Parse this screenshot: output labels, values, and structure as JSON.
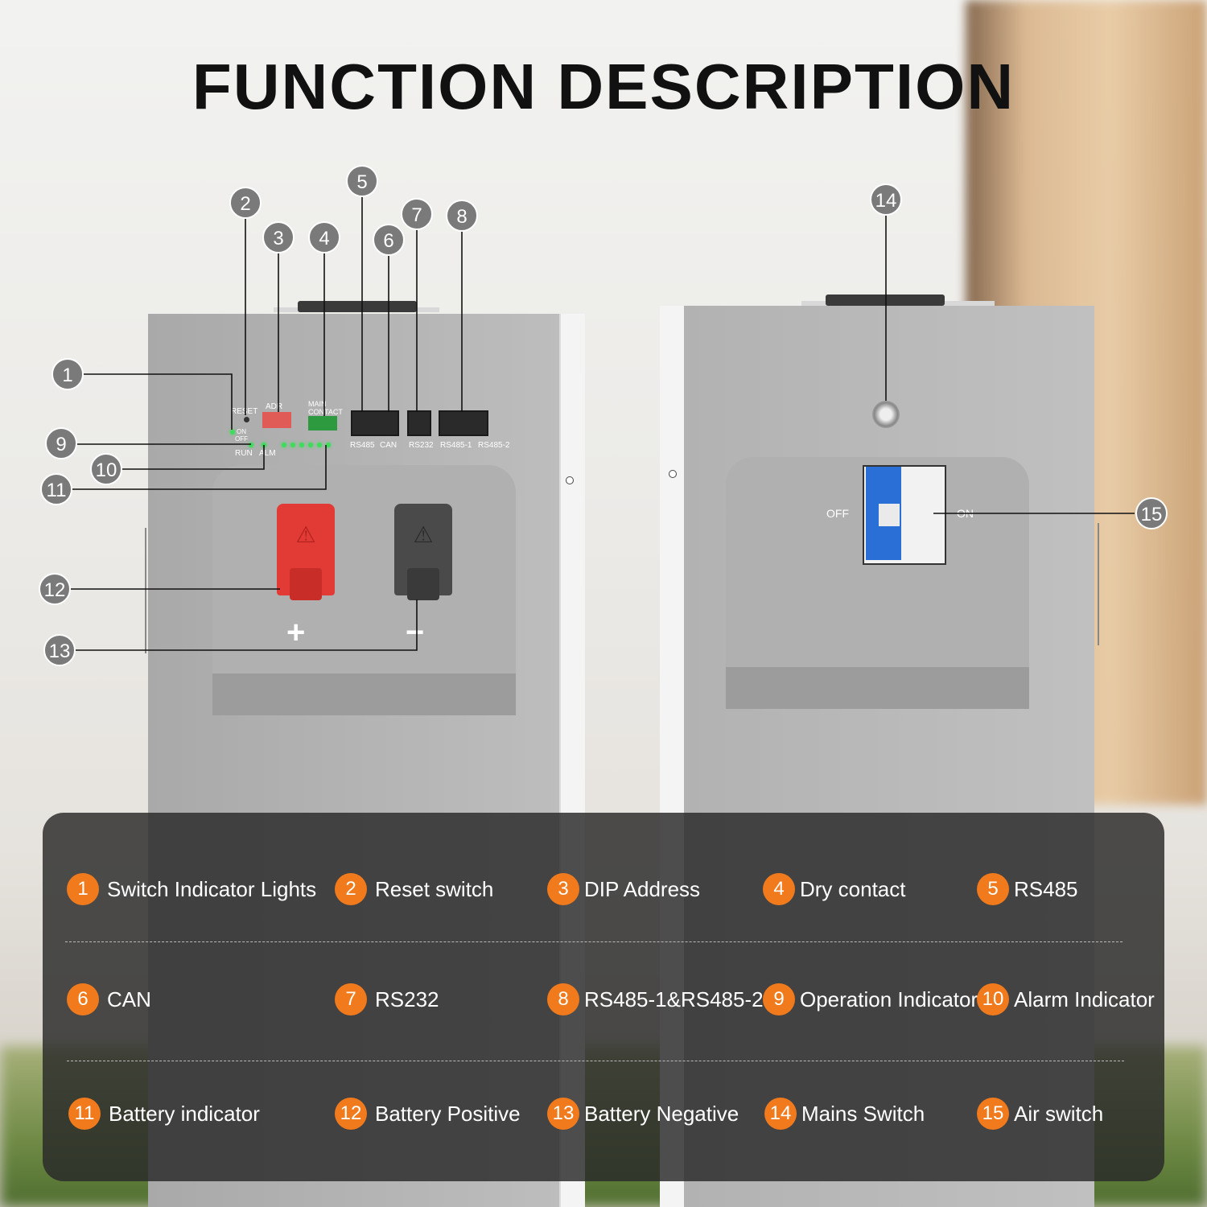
{
  "title": "FUNCTION DESCRIPTION",
  "left_unit": {
    "labels": {
      "reset": "RESET",
      "on": "ON",
      "off": "OFF",
      "adr": "ADR",
      "main": "MAIN",
      "contact": "CONTACT",
      "run": "RUN",
      "alm": "ALM",
      "rs485": "RS485",
      "can": "CAN",
      "rs232": "RS232",
      "rs485_1": "RS485-1",
      "rs485_2": "RS485-2",
      "plus": "+",
      "minus": "−"
    }
  },
  "right_unit": {
    "breaker_off": "OFF",
    "breaker_on": "ON"
  },
  "callouts": [
    "1",
    "2",
    "3",
    "4",
    "5",
    "6",
    "7",
    "8",
    "9",
    "10",
    "11",
    "12",
    "13",
    "14",
    "15"
  ],
  "legend": [
    {
      "num": "1",
      "label": "Switch Indicator Lights"
    },
    {
      "num": "2",
      "label": "Reset switch"
    },
    {
      "num": "3",
      "label": "DIP Address"
    },
    {
      "num": "4",
      "label": "Dry contact"
    },
    {
      "num": "5",
      "label": "RS485"
    },
    {
      "num": "6",
      "label": "CAN"
    },
    {
      "num": "7",
      "label": "RS232"
    },
    {
      "num": "8",
      "label": "RS485-1&RS485-2"
    },
    {
      "num": "9",
      "label": "Operation Indicator"
    },
    {
      "num": "10",
      "label": "Alarm Indicator"
    },
    {
      "num": "11",
      "label": "Battery indicator"
    },
    {
      "num": "12",
      "label": "Battery Positive"
    },
    {
      "num": "13",
      "label": "Battery Negative"
    },
    {
      "num": "14",
      "label": "Mains Switch"
    },
    {
      "num": "15",
      "label": "Air switch"
    }
  ],
  "colors": {
    "accent": "#f07a1c",
    "callout": "#7a7a7a",
    "legend_bg": "#282828"
  }
}
